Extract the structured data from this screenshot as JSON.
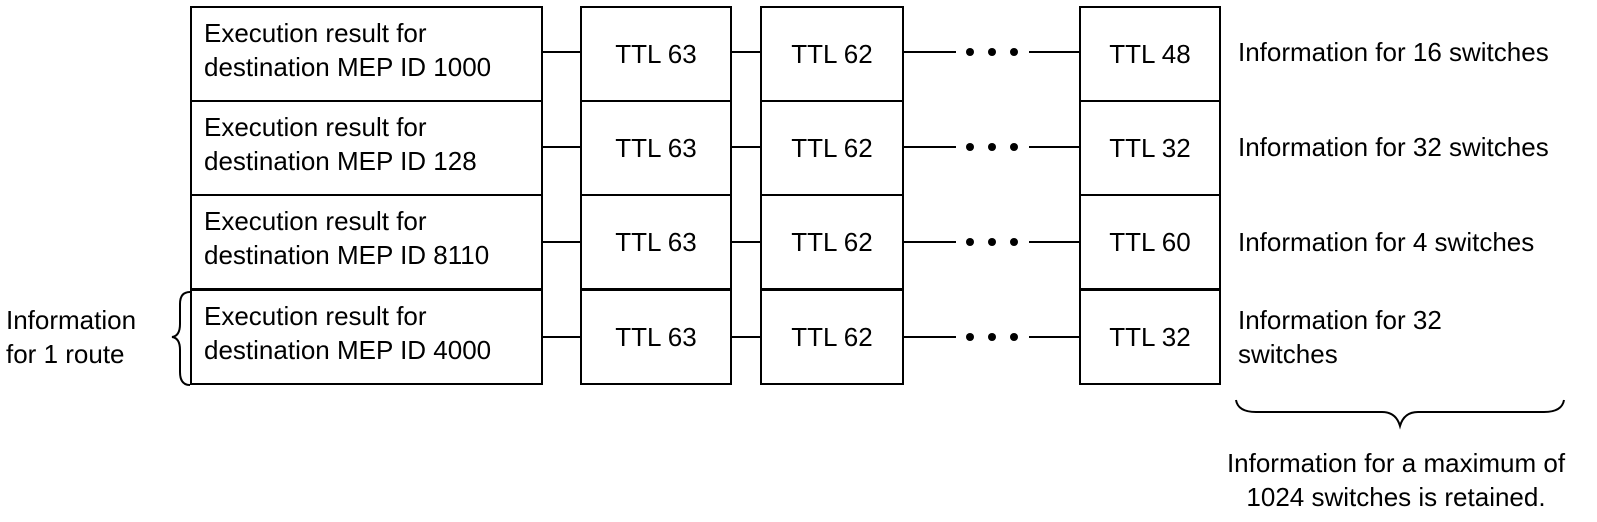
{
  "rows": [
    {
      "exec_line1": "Execution result for",
      "exec_line2": "destination MEP ID 1000",
      "ttl_a": "TTL 63",
      "ttl_b": "TTL 62",
      "ttl_last": "TTL 48",
      "info": "Information for 16 switches"
    },
    {
      "exec_line1": "Execution result for",
      "exec_line2": "destination MEP ID 128",
      "ttl_a": "TTL 63",
      "ttl_b": "TTL 62",
      "ttl_last": "TTL 32",
      "info": "Information for 32 switches"
    },
    {
      "exec_line1": "Execution result for",
      "exec_line2": "destination MEP ID 8110",
      "ttl_a": "TTL 63",
      "ttl_b": "TTL 62",
      "ttl_last": "TTL 60",
      "info": "Information for 4 switches"
    },
    {
      "exec_line1": "Execution result for",
      "exec_line2": "destination MEP ID 4000",
      "ttl_a": "TTL 63",
      "ttl_b": "TTL 62",
      "ttl_last": "TTL 32",
      "info": "Information for 32 switches"
    }
  ],
  "route_label": {
    "line1": "Information",
    "line2": "for 1 route"
  },
  "max_label": {
    "line1": "Information for a maximum of",
    "line2": "1024 switches is retained."
  }
}
